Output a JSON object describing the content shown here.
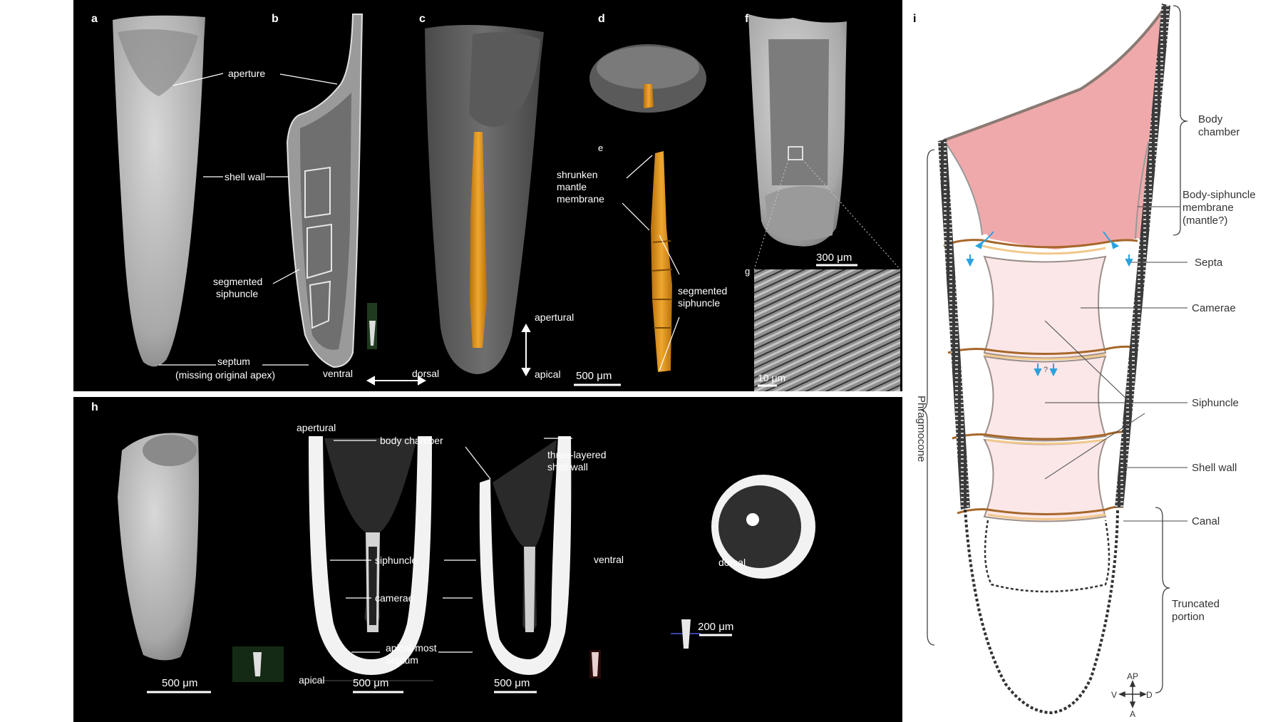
{
  "panel_a": {
    "letter": "a"
  },
  "panel_b": {
    "letter": "b"
  },
  "panel_c": {
    "letter": "c"
  },
  "panel_d": {
    "letter": "d"
  },
  "panel_e": {
    "letter": "e"
  },
  "panel_f": {
    "letter": "f"
  },
  "panel_g": {
    "letter": "g"
  },
  "panel_h": {
    "letter": "h"
  },
  "panel_i": {
    "letter": "i"
  },
  "top_labels": {
    "aperture": "aperture",
    "shell_wall": "shell wall",
    "segmented_siphuncle_1": "segmented",
    "segmented_siphuncle_2": "siphuncle",
    "septum_1": "septum",
    "septum_2": "(missing original apex)",
    "ventral": "ventral",
    "dorsal": "dorsal",
    "apertural": "apertural",
    "apical": "apical",
    "scale_c": "500 μm",
    "shrunken_1": "shrunken",
    "shrunken_2": "mantle",
    "shrunken_3": "membrane",
    "segmented_e_1": "segmented",
    "segmented_e_2": "siphuncle",
    "scale_f": "300 μm",
    "scale_g": "10 μm"
  },
  "bottom_labels": {
    "apertural": "apertural",
    "body_chamber": "body chamber",
    "three_layered_1": "three-layered",
    "three_layered_2": "shell wall",
    "siphuncle": "siphuncle",
    "camerae": "camerae",
    "apical_most_1": "apical-most",
    "apical_most_2": "septum",
    "apical": "apical",
    "ventral": "ventral",
    "dorsal": "dorsal",
    "scale_1": "500 μm",
    "scale_2": "500 μm",
    "scale_3": "500 μm",
    "scale_4": "200 μm"
  },
  "diagram_labels": {
    "body_chamber_1": "Body",
    "body_chamber_2": "chamber",
    "membrane_1": "Body-siphuncle",
    "membrane_2": "membrane",
    "membrane_3": "(mantle?)",
    "septa": "Septa",
    "camerae": "Camerae",
    "siphuncle": "Siphuncle",
    "shell_wall": "Shell wall",
    "canal": "Canal",
    "truncated_1": "Truncated",
    "truncated_2": "portion",
    "phragmocone": "Phragmocone",
    "question": "?",
    "compass_ap": "AP",
    "compass_v": "V",
    "compass_d": "D",
    "compass_a": "A"
  },
  "colors": {
    "siphuncle_orange": "#e8a020",
    "body_chamber_pink": "#f0a9aa",
    "camerae_pink": "#fbe7e7",
    "septa_brown": "#a6672a",
    "septa_tan": "#f2c98d",
    "arrow_blue": "#2aa2df",
    "shell_dark": "#3b3b3b"
  }
}
